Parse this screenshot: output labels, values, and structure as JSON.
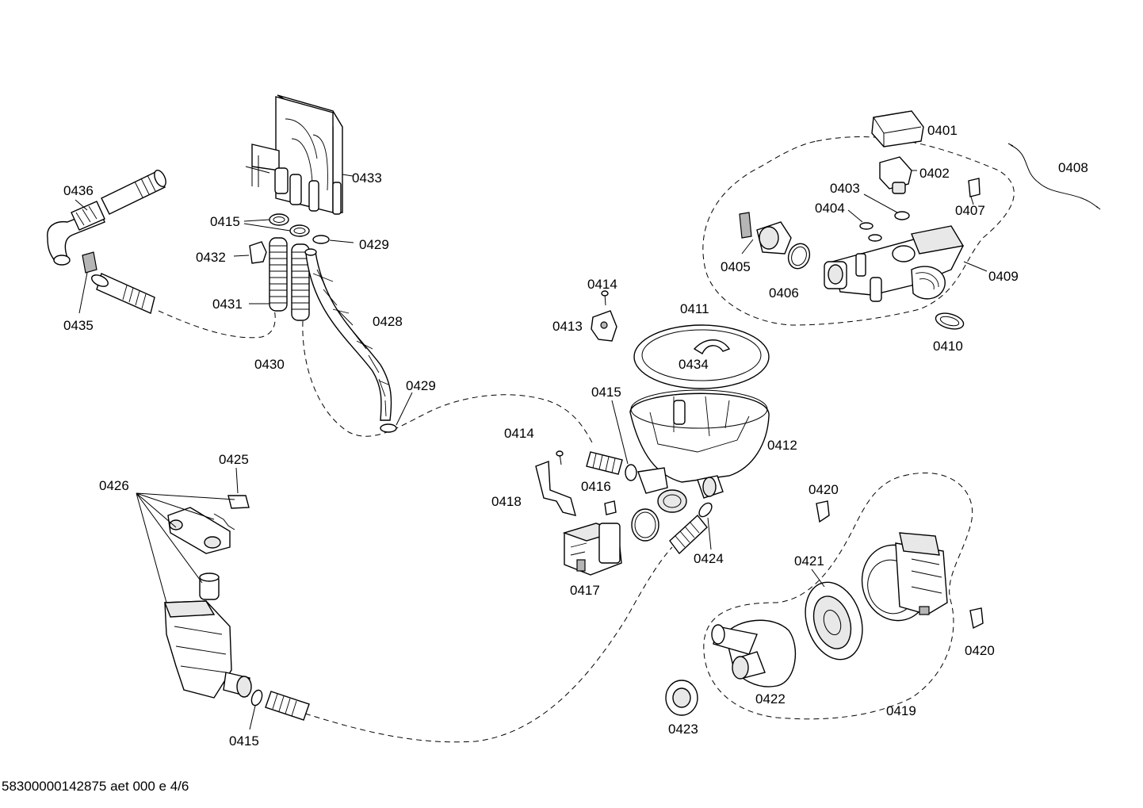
{
  "parts": [
    {
      "id": "p0401",
      "label": "0401"
    },
    {
      "id": "p0402",
      "label": "0402"
    },
    {
      "id": "p0403",
      "label": "0403"
    },
    {
      "id": "p0404",
      "label": "0404"
    },
    {
      "id": "p0405",
      "label": "0405"
    },
    {
      "id": "p0406",
      "label": "0406"
    },
    {
      "id": "p0407",
      "label": "0407"
    },
    {
      "id": "p0408",
      "label": "0408"
    },
    {
      "id": "p0409",
      "label": "0409"
    },
    {
      "id": "p0410",
      "label": "0410"
    },
    {
      "id": "p0411",
      "label": "0411"
    },
    {
      "id": "p0412",
      "label": "0412"
    },
    {
      "id": "p0413",
      "label": "0413"
    },
    {
      "id": "p0414a",
      "label": "0414"
    },
    {
      "id": "p0414b",
      "label": "0414"
    },
    {
      "id": "p0415a",
      "label": "0415"
    },
    {
      "id": "p0415b",
      "label": "0415"
    },
    {
      "id": "p0415c",
      "label": "0415"
    },
    {
      "id": "p0416",
      "label": "0416"
    },
    {
      "id": "p0417",
      "label": "0417"
    },
    {
      "id": "p0418",
      "label": "0418"
    },
    {
      "id": "p0419",
      "label": "0419"
    },
    {
      "id": "p0420a",
      "label": "0420"
    },
    {
      "id": "p0420b",
      "label": "0420"
    },
    {
      "id": "p0421",
      "label": "0421"
    },
    {
      "id": "p0422",
      "label": "0422"
    },
    {
      "id": "p0423",
      "label": "0423"
    },
    {
      "id": "p0424",
      "label": "0424"
    },
    {
      "id": "p0425",
      "label": "0425"
    },
    {
      "id": "p0426",
      "label": "0426"
    },
    {
      "id": "p0428",
      "label": "0428"
    },
    {
      "id": "p0429a",
      "label": "0429"
    },
    {
      "id": "p0429b",
      "label": "0429"
    },
    {
      "id": "p0430",
      "label": "0430"
    },
    {
      "id": "p0431",
      "label": "0431"
    },
    {
      "id": "p0432",
      "label": "0432"
    },
    {
      "id": "p0433",
      "label": "0433"
    },
    {
      "id": "p0434",
      "label": "0434"
    },
    {
      "id": "p0435",
      "label": "0435"
    },
    {
      "id": "p0436",
      "label": "0436"
    }
  ],
  "footer": {
    "text": "58300000142875 aet 000 e 4/6"
  }
}
